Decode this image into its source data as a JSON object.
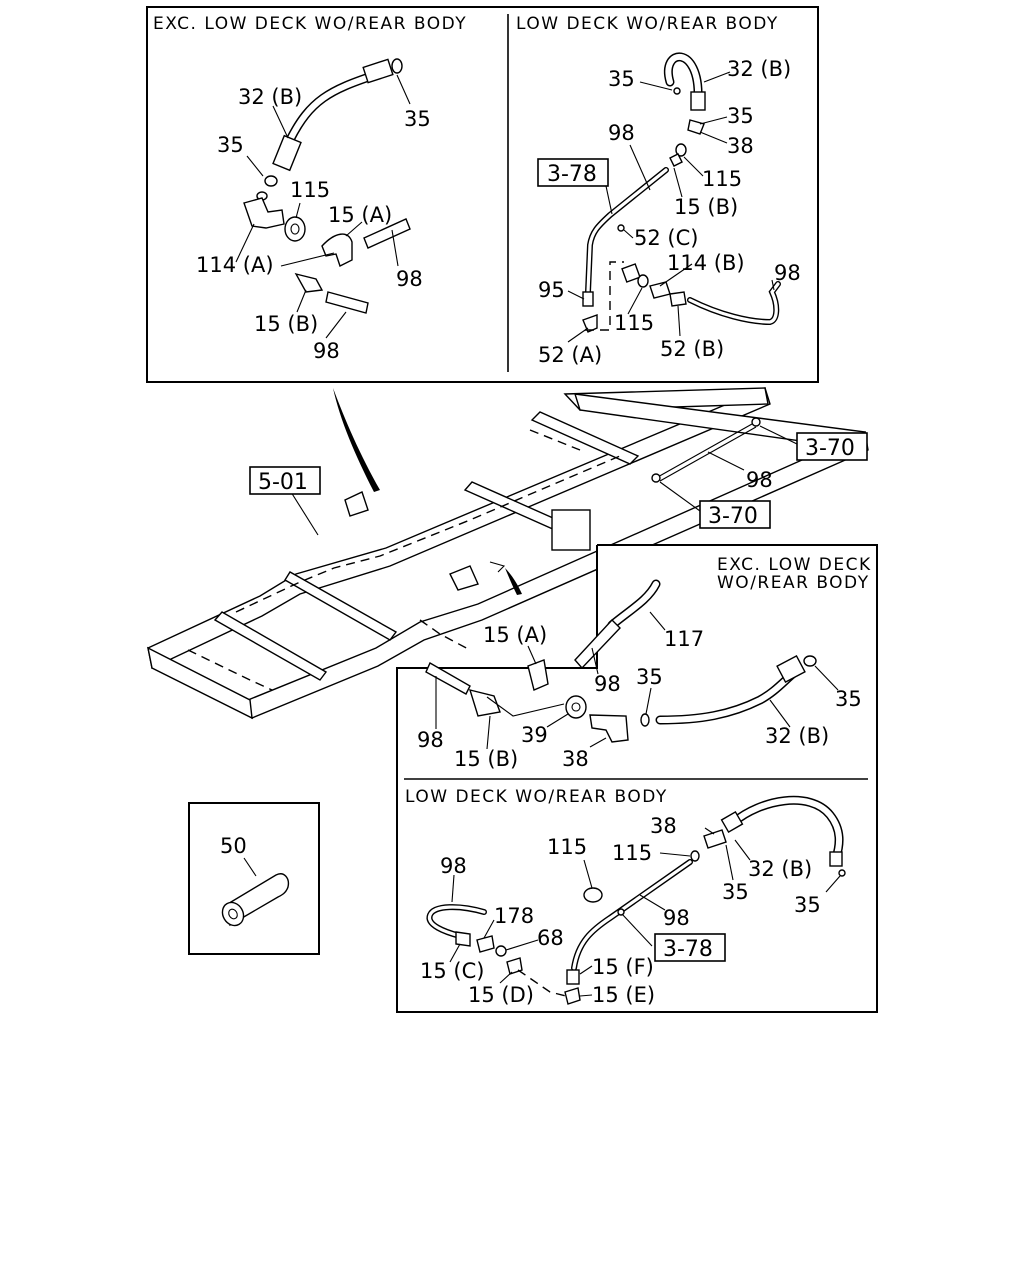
{
  "panels": {
    "top_left_title": "EXC. LOW DECK WO/REAR BODY",
    "top_right_title": "LOW DECK WO/REAR BODY",
    "mid_right_title_line1": "EXC. LOW DECK",
    "mid_right_title_line2": "WO/REAR BODY",
    "bottom_right_title": "LOW DECK WO/REAR BODY"
  },
  "refs": {
    "frame": "5-01",
    "rear_upper": "3-70",
    "rear_lower": "3-70",
    "top_right_ref": "3-78",
    "bottom_right_ref": "3-78"
  },
  "labels": {
    "tl": [
      "32 (B)",
      "35",
      "35",
      "115",
      "15 (A)",
      "114 (A)",
      "98",
      "15 (B)",
      "98"
    ],
    "tr": [
      "35",
      "32 (B)",
      "35",
      "38",
      "98",
      "115",
      "15 (B)",
      "52 (C)",
      "114 (B)",
      "98",
      "95",
      "115",
      "52 (B)",
      "52 (A)"
    ],
    "main": [
      "98"
    ],
    "mr": [
      "117",
      "15 (A)",
      "98",
      "35",
      "35",
      "98",
      "39",
      "15 (B)",
      "38",
      "32 (B)"
    ],
    "br": [
      "38",
      "115",
      "115",
      "32 (B)",
      "35",
      "35",
      "98",
      "98",
      "178",
      "68",
      "15 (C)",
      "15 (D)",
      "15 (F)",
      "15 (E)"
    ],
    "inset": [
      "50"
    ]
  }
}
